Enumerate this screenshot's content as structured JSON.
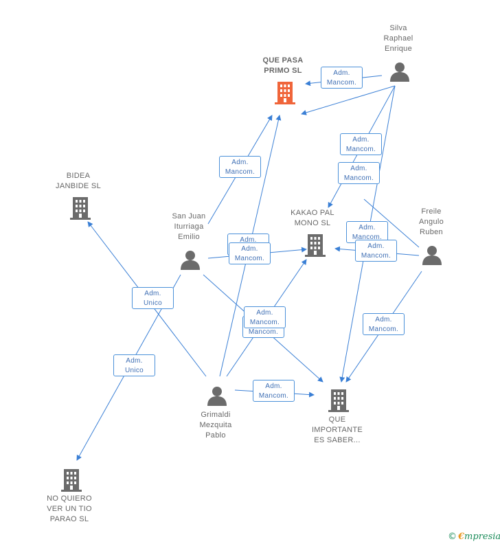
{
  "colors": {
    "edge": "#3a7fd5",
    "company": "#6b6b6b",
    "company_highlight": "#f0653a",
    "person": "#6b6b6b",
    "label": "#666666"
  },
  "nodes": {
    "que_pasa": {
      "label": "QUE PASA\nPRIMO SL",
      "icon": "building-icon",
      "highlight": true
    },
    "silva": {
      "label": "Silva\nRaphael\nEnrique",
      "icon": "person-icon"
    },
    "bidea": {
      "label": "BIDEA\nJANBIDE SL",
      "icon": "building-icon"
    },
    "san_juan": {
      "label": "San Juan\nIturriaga\nEmilio",
      "icon": "person-icon"
    },
    "kakao": {
      "label": "KAKAO PAL\nMONO SL",
      "icon": "building-icon"
    },
    "freile": {
      "label": "Freile\nAngulo\nRuben",
      "icon": "person-icon"
    },
    "grimaldi": {
      "label": "Grimaldi\nMezquita\nPablo",
      "icon": "person-icon"
    },
    "que_importante": {
      "label": "QUE\nIMPORTANTE\nES SABER...",
      "icon": "building-icon"
    },
    "no_quiero": {
      "label": "NO QUIERO\nVER UN TIO\nPARAO SL",
      "icon": "building-icon"
    }
  },
  "edge_labels": {
    "mancom": "Adm.\nMancom.",
    "unico": "Adm.\nUnico"
  },
  "brand": {
    "copyright": "©",
    "name_initial": "€",
    "name_rest": "mpresia"
  }
}
